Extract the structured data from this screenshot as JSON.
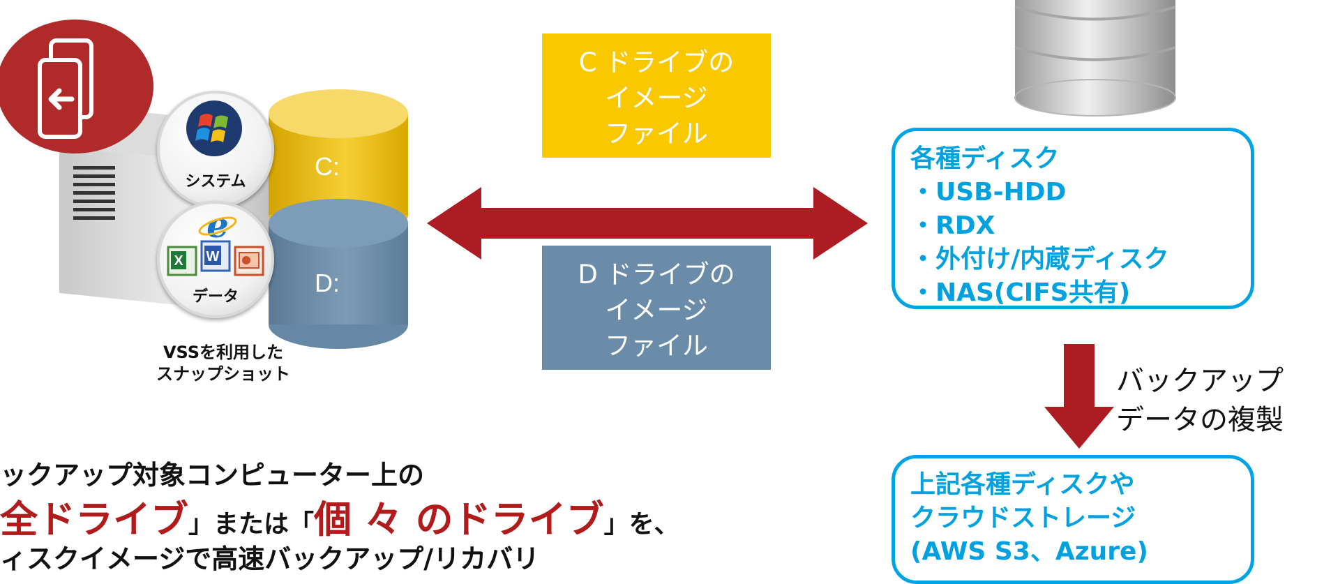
{
  "colors": {
    "accent_red": "#b01c1c",
    "cyan": "#00a4e4",
    "c_drive": "#f9c800",
    "d_drive": "#6b8ca9"
  },
  "icons": {
    "badge": "restore-icon",
    "windows": "windows-logo-icon",
    "ie": "ie-logo-icon",
    "excel": "excel-icon",
    "word": "word-icon",
    "ppt": "powerpoint-icon",
    "server": "server-tower-icon",
    "database": "database-icon"
  },
  "source": {
    "drive_c": "C:",
    "drive_d": "D:",
    "system_label": "システム",
    "data_label": "データ",
    "caption_line1": "VSSを利用した",
    "caption_line2": "スナップショット"
  },
  "image_files": {
    "c": [
      "C ドライブの",
      "イメージ",
      "ファイル"
    ],
    "d": [
      "D ドライブの",
      "イメージ",
      "ファイル"
    ]
  },
  "disks": {
    "title": "各種ディスク",
    "items": [
      "・USB-HDD",
      "・RDX",
      "・外付け/内蔵ディスク",
      "・NAS(CIFS共有)"
    ]
  },
  "replication": {
    "line1": "バックアップ",
    "line2": "データの複製"
  },
  "targets": {
    "lines": [
      "上記各種ディスクや",
      "クラウドストレージ",
      "(AWS S3、Azure)"
    ]
  },
  "bottom_text": {
    "line1": "ックアップ対象コンピューター上の",
    "line2_part1": "全ドライブ",
    "line2_part2": "」または「",
    "line2_part3": "個 々 のドライブ",
    "line2_part4": "」を、",
    "line3": "ィスクイメージで高速バックアップ/リカバリ"
  }
}
